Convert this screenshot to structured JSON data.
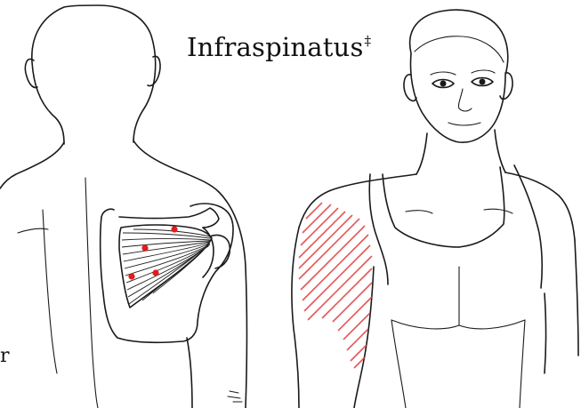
{
  "title": "Infraspinatus",
  "title_mark": "‡",
  "edge_letter": "r",
  "figures": {
    "posterior_view": {
      "trigger_points": 4
    },
    "anterior_view": {
      "referred_pain_region": "front of shoulder and upper arm"
    }
  },
  "colors": {
    "trigger_point": "#e21b1b",
    "referred_pain_hatch": "#e03a3a",
    "outline": "#1a1a1a"
  }
}
